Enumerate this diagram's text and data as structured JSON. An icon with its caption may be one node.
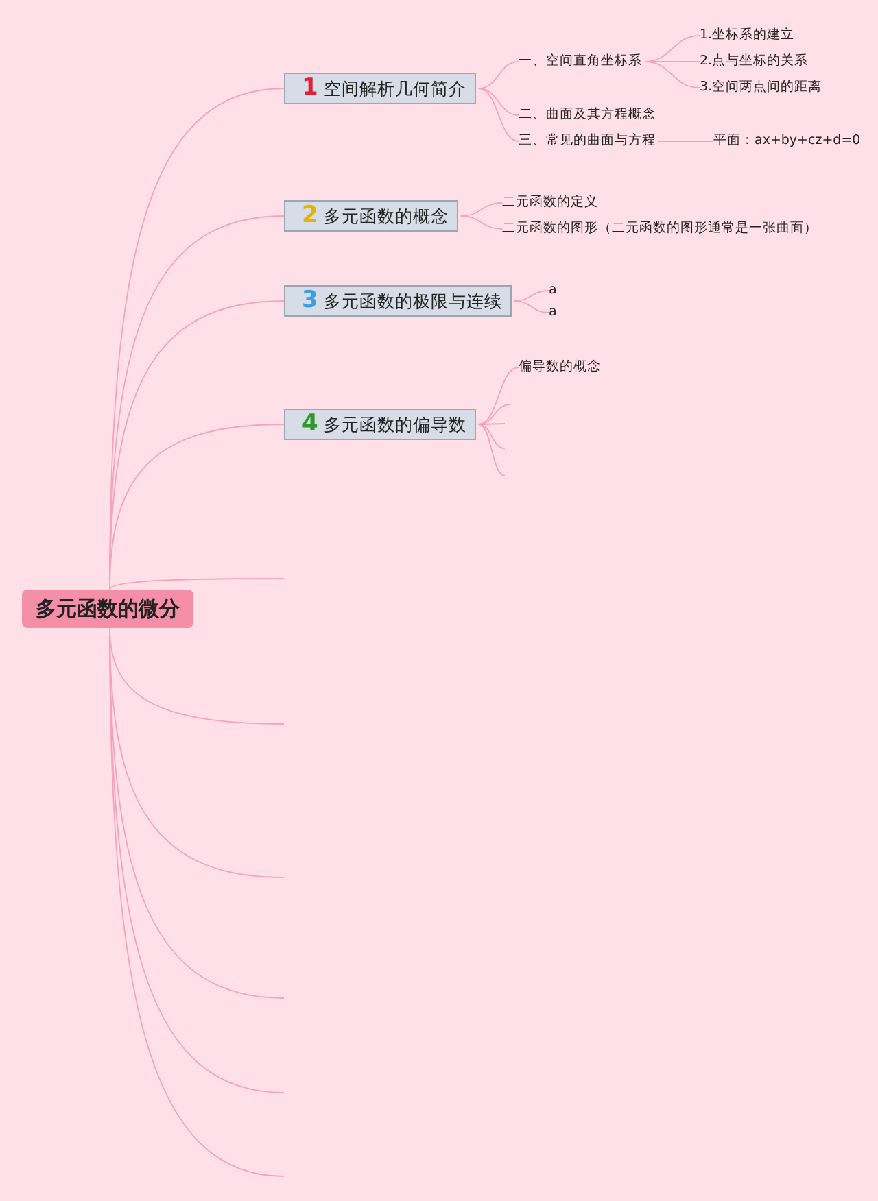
{
  "diagram": {
    "nodes": [
      {
        "text": [
          "多元函数的微分"
        ]
      },
      {
        "text": [
          "1",
          "空间解析几何简介"
        ]
      },
      {
        "text": [
          "一、空间直角坐标系"
        ]
      },
      {
        "text": [
          "1.坐标系的建立"
        ]
      },
      {
        "text": [
          "2.点与坐标的关系"
        ]
      },
      {
        "text": [
          "3.空间两点间的距离"
        ]
      },
      {
        "text": [
          "二、曲面及其方程概念"
        ]
      },
      {
        "text": [
          "三、常见的曲面与方程"
        ]
      },
      {
        "text": [
          "平面：ax+by+cz+d=0"
        ]
      },
      {
        "text": [
          "2",
          "多元函数的概念"
        ]
      },
      {
        "text": [
          "二元函数的定义"
        ]
      },
      {
        "text": [
          "二元函数的图形（二元函数的图形通常是一张曲面）"
        ]
      },
      {
        "text": [
          "3",
          "多元函数的极限与连续"
        ]
      },
      {
        "text": [
          "a"
        ]
      },
      {
        "text": [
          "a"
        ]
      },
      {
        "text": [
          "4",
          "多元函数的偏导数"
        ]
      },
      {
        "text": [
          "偏导数的概念"
        ]
      }
    ],
    "edges": [
      {
        "from": 0,
        "to": 1,
        "arrow": "none"
      },
      {
        "from": 0,
        "to": 9,
        "arrow": "none"
      },
      {
        "from": 0,
        "to": 12,
        "arrow": "none"
      },
      {
        "from": 0,
        "to": 15,
        "arrow": "none"
      },
      {
        "from": 1,
        "to": 2,
        "arrow": "none"
      },
      {
        "from": 1,
        "to": 6,
        "arrow": "none"
      },
      {
        "from": 1,
        "to": 7,
        "arrow": "none"
      },
      {
        "from": 2,
        "to": 3,
        "arrow": "none"
      },
      {
        "from": 2,
        "to": 4,
        "arrow": "none"
      },
      {
        "from": 2,
        "to": 5,
        "arrow": "none"
      },
      {
        "from": 7,
        "to": 8,
        "arrow": "none"
      },
      {
        "from": 9,
        "to": 10,
        "arrow": "none"
      },
      {
        "from": 9,
        "to": 11,
        "arrow": "none"
      },
      {
        "from": 12,
        "to": 13,
        "arrow": "none"
      },
      {
        "from": 12,
        "to": 14,
        "arrow": "none"
      },
      {
        "from": 15,
        "to": 16,
        "arrow": "none"
      },
      {
        "from": 15,
        "to": null,
        "arrow": "none"
      },
      {
        "from": 15,
        "to": null,
        "arrow": "none"
      },
      {
        "from": 15,
        "to": null,
        "arrow": "none"
      },
      {
        "from": 15,
        "to": null,
        "arrow": "none"
      },
      {
        "from": 0,
        "to": null,
        "arrow": "none"
      },
      {
        "from": 0,
        "to": null,
        "arrow": "none"
      },
      {
        "from": 0,
        "to": null,
        "arrow": "none"
      },
      {
        "from": 0,
        "to": null,
        "arrow": "none"
      },
      {
        "from": 0,
        "to": null,
        "arrow": "none"
      },
      {
        "from": 0,
        "to": null,
        "arrow": "none"
      }
    ]
  }
}
